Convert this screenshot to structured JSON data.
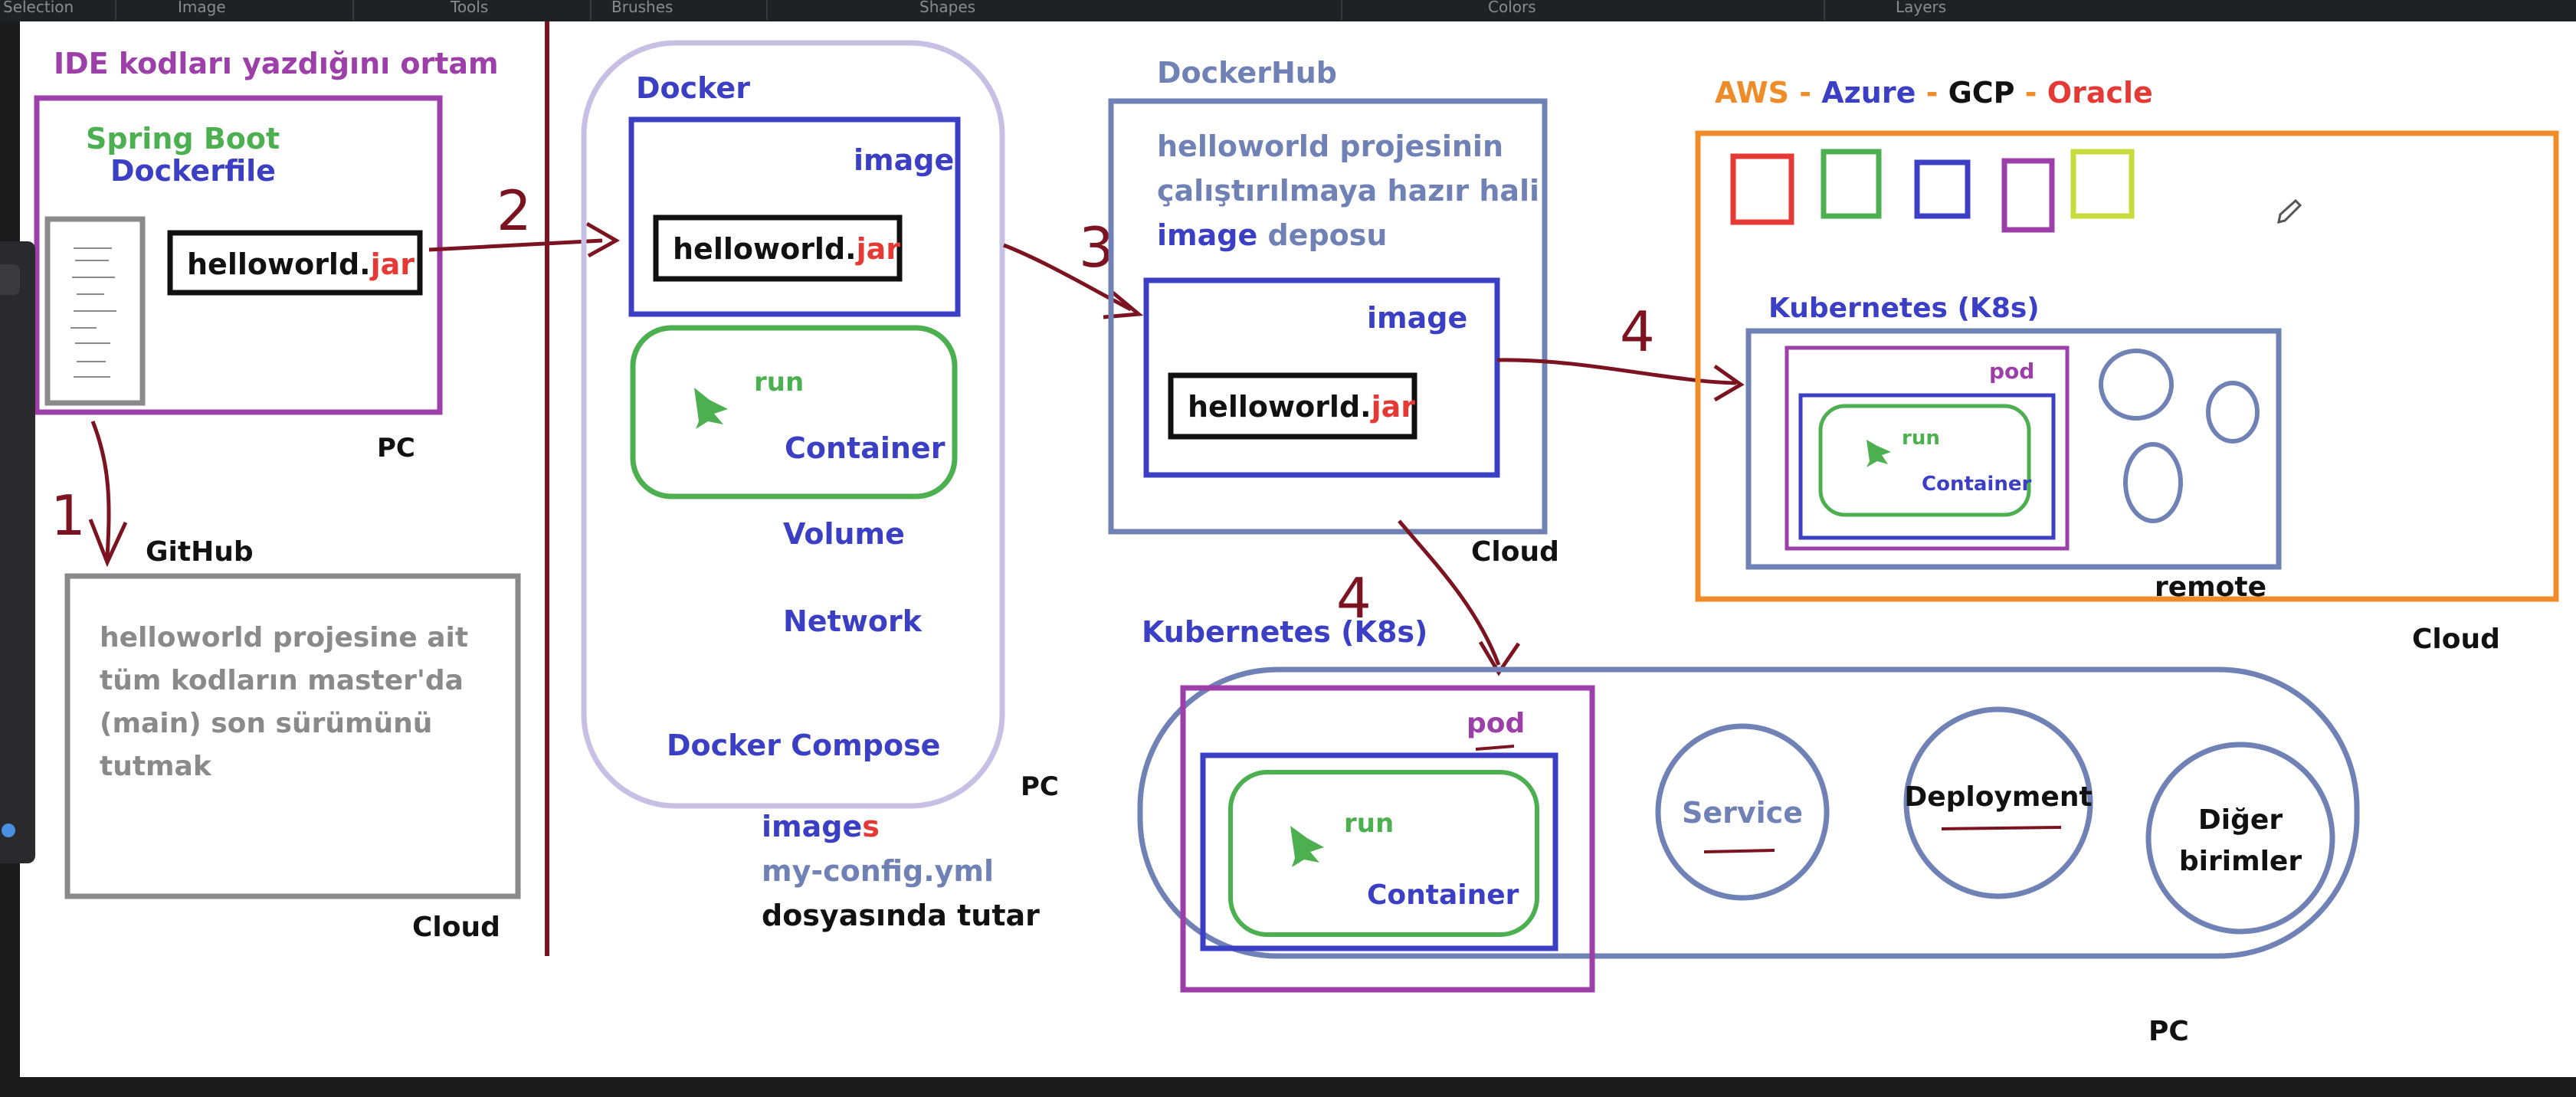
{
  "topbar": {
    "items": [
      "Selection",
      "Image",
      "Tools",
      "Brushes",
      "Shapes",
      "Colors",
      "Layers"
    ]
  },
  "colors": {
    "purple": "#9c3fa8",
    "navy": "#3b3fc4",
    "green": "#4caf50",
    "red": "#e53935",
    "grayblue": "#7081b5",
    "orange": "#ef8c2a",
    "arrow": "#7b1420",
    "docker_outline": "#c8c0e4"
  },
  "ide": {
    "title": "IDE kodları yazdığını ortam",
    "spring_boot": "Spring Boot",
    "dockerfile": "Dockerfile",
    "jar_name": "helloworld.",
    "jar_ext": "jar",
    "pc": "PC"
  },
  "github": {
    "title": "GitHub",
    "desc_lines": [
      "helloworld projesine ait",
      "tüm kodların master'da",
      "(main) son sürümünü",
      "tutmak"
    ],
    "cloud": "Cloud"
  },
  "docker": {
    "title": "Docker",
    "image": "image",
    "jar_name": "helloworld.",
    "jar_ext": "jar",
    "run": "run",
    "container": "Container",
    "volume": "Volume",
    "network": "Network",
    "compose": "Docker Compose",
    "pc": "PC"
  },
  "compose_note": {
    "images_prefix": "image",
    "images_suffix": "s",
    "config_file": "my-config.yml",
    "saves": "dosyasında tutar"
  },
  "dockerhub": {
    "title": "DockerHub",
    "desc_line1": "helloworld projesinin",
    "desc_line2": "çalıştırılmaya hazır hali",
    "desc_line3_a": "image",
    "desc_line3_b": "deposu",
    "image": "image",
    "jar_name": "helloworld.",
    "jar_ext": "jar",
    "cloud": "Cloud"
  },
  "cloud_providers": {
    "aws": "AWS",
    "azure": "Azure",
    "gcp": "GCP",
    "oracle": "Oracle",
    "sep": "-",
    "squares": [
      {
        "name": "square-red",
        "color": "#e53935"
      },
      {
        "name": "square-green",
        "color": "#4caf50"
      },
      {
        "name": "square-navy",
        "color": "#3b3fc4"
      },
      {
        "name": "square-purple",
        "color": "#9c3fa8"
      },
      {
        "name": "square-lime",
        "color": "#c6dc3c"
      }
    ],
    "k8s_title": "Kubernetes (K8s)",
    "pod": "pod",
    "run": "run",
    "container": "Container",
    "remote": "remote",
    "cloud": "Cloud"
  },
  "local_k8s": {
    "title": "Kubernetes (K8s)",
    "pod": "pod",
    "run": "run",
    "container": "Container",
    "service": "Service",
    "deployment": "Deployment",
    "others_line1": "Diğer",
    "others_line2": "birimler",
    "pc": "PC"
  },
  "arrows": {
    "step1": "1",
    "step2": "2",
    "step3": "3",
    "step4a": "4",
    "step4b": "4"
  }
}
